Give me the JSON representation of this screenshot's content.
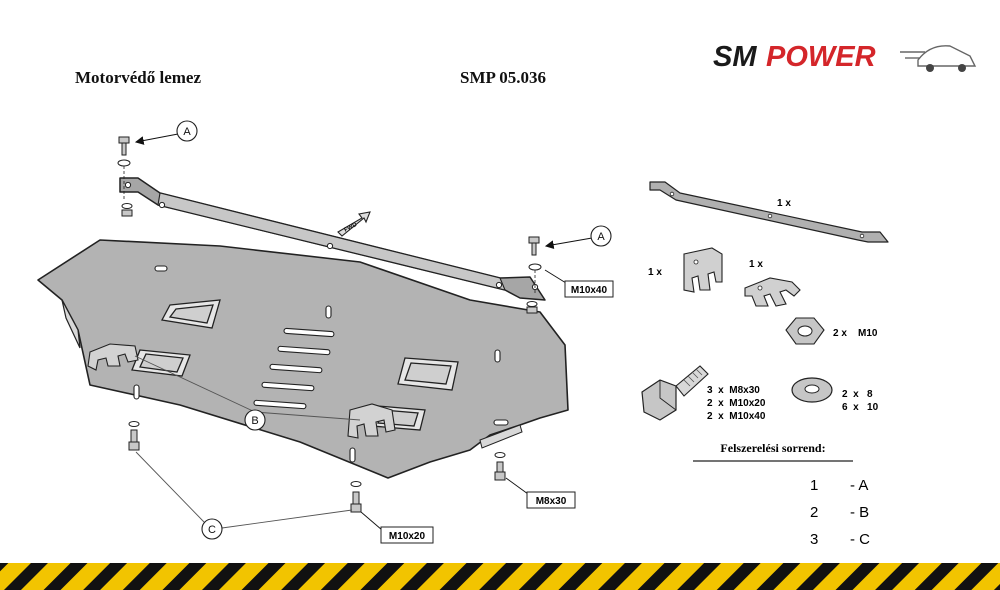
{
  "header": {
    "title": "Motorvédő lemez",
    "code": "SMP 05.036"
  },
  "logo": {
    "part1": "SM",
    "part2": "POWER",
    "color_dark": "#1a1a1a",
    "color_red": "#d4262a"
  },
  "diagram": {
    "callouts": {
      "a": "A",
      "b": "B",
      "c": "C"
    },
    "bolt_labels": {
      "m10x40": "M10x40",
      "m8x30": "M8x30",
      "m10x20": "M10x20"
    },
    "fwd_label": "FWD"
  },
  "parts_list": {
    "crossbar_qty": "1 x",
    "bracket1_qty": "1 x",
    "bracket2_qty": "1 x",
    "nut_qty": "2 x",
    "nut_size": "M10",
    "bolts": [
      "3  x  M8x30",
      "2  x  M10x20",
      "2  x  M10x40"
    ],
    "washers": [
      "2  x   8",
      "6  x   10"
    ]
  },
  "sequence": {
    "title": "Felszerelési sorrend:",
    "steps": [
      {
        "num": "1",
        "letter": "- A"
      },
      {
        "num": "2",
        "letter": "- B"
      },
      {
        "num": "3",
        "letter": "- C"
      }
    ]
  },
  "colors": {
    "plate_fill": "#b3b3b3",
    "metal_dark": "#8f8f8f",
    "stripe_yellow": "#f2c400",
    "stripe_black": "#111111"
  }
}
